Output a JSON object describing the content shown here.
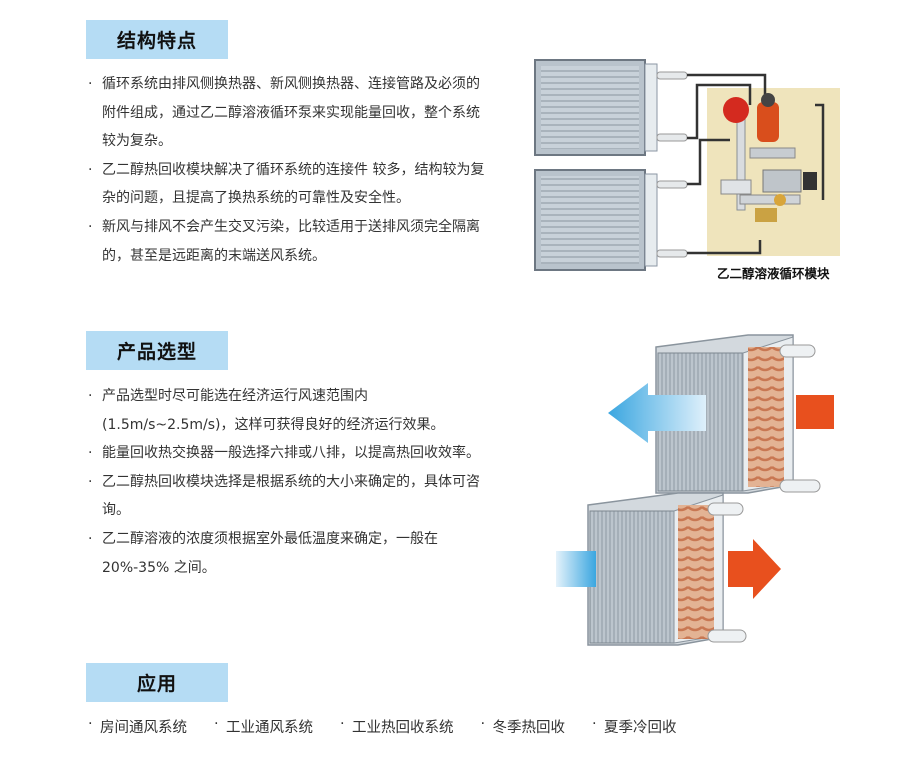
{
  "sections": [
    {
      "heading": "结构特点",
      "bullets": [
        "循环系统由排风侧换热器、新风侧换热器、连接管路及必须的附件组成，通过乙二醇溶液循环泵来实现能量回收，整个系统较为复杂。",
        "乙二醇热回收模块解决了循环系统的连接件 较多，结构较为复杂的问题，且提高了换热系统的可靠性及安全性。",
        "新风与排风不会产生交叉污染，比较适用于送排风须完全隔离的，甚至是远距离的末端送风系统。"
      ],
      "figure_caption": "乙二醇溶液循环模块"
    },
    {
      "heading": "产品选型",
      "bullets": [
        "产品选型时尽可能选在经济运行风速范围内 (1.5m/s~2.5m/s)，这样可获得良好的经济运行效果。",
        "能量回收热交换器一般选择六排或八排，以提高热回收效率。",
        "乙二醇热回收模块选择是根据系统的大小来确定的，具体可咨询。",
        "乙二醇溶液的浓度须根据室外最低温度来确定，一般在20%-35% 之间。"
      ]
    },
    {
      "heading": "应用",
      "items": [
        "房间通风系统",
        "工业通风系统",
        "工业热回收系统",
        "冬季热回收",
        "夏季冷回收"
      ]
    }
  ],
  "colors": {
    "heading_bg": "#b5dcf4",
    "arrow_blue": "#3aa6e0",
    "arrow_orange": "#e8501e",
    "panel_bg": "#f0e6c0"
  }
}
